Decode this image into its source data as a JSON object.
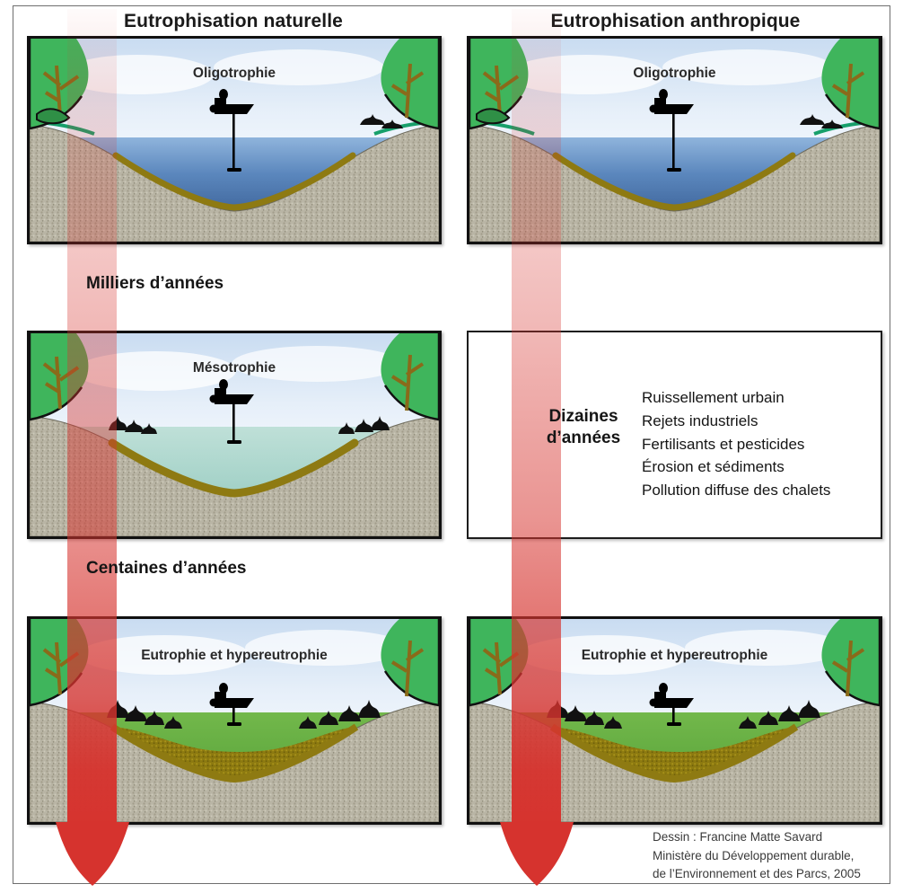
{
  "figure": {
    "columns": [
      {
        "title": "Eutrophisation naturelle"
      },
      {
        "title": "Eutrophisation anthropique"
      }
    ],
    "stage_labels": {
      "milliers": "Milliers d’années",
      "centaines": "Centaines d’années",
      "dizaines": "Dizaines\nd’années",
      "dizaines_line1": "Dizaines",
      "dizaines_line2": "d’années"
    },
    "panels": {
      "left_top": {
        "label": "Oligotrophie"
      },
      "left_middle": {
        "label": "Mésotrophie"
      },
      "left_bottom": {
        "label": "Eutrophie et hypereutrophie"
      },
      "right_top": {
        "label": "Oligotrophie"
      },
      "right_bottom": {
        "label": "Eutrophie et hypereutrophie"
      }
    },
    "info_box": {
      "items": [
        "Ruissellement urbain",
        "Rejets industriels",
        "Fertilisants et pesticides",
        "Érosion et sédiments",
        "Pollution diffuse des chalets"
      ]
    },
    "credits": [
      "Dessin : Francine Matte Savard",
      "Ministère du Développement durable,",
      "de l’Environnement et des Parcs, 2005"
    ],
    "colors": {
      "arrow_red": "#d6332e",
      "arrow_red_light": "#f1b5b2",
      "water_oligotrophic": "#3e6ba8",
      "water_mesotrophic": "#a8d5cc",
      "water_eutrophic": "#5fa83c",
      "sediment_gold": "#8e7a12",
      "soil_gray": "#b6b2a2",
      "foliage_green": "#3aa94e",
      "frame": "#6e6e6e",
      "panel_border": "#111111",
      "text": "#151515"
    }
  }
}
